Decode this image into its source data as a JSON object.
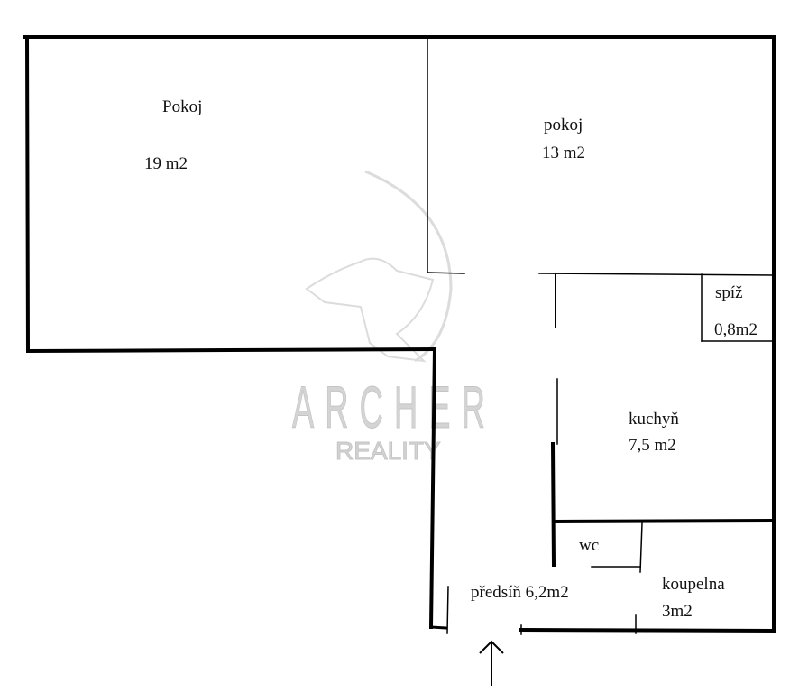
{
  "watermark": {
    "brand": "ARCHER",
    "sub": "REALITY"
  },
  "rooms": {
    "pokoj1": {
      "name": "Pokoj",
      "area": "19 m2"
    },
    "pokoj2": {
      "name": "pokoj",
      "area": "13 m2"
    },
    "spiz": {
      "name": "spíž",
      "area": "0,8m2"
    },
    "kuchyn": {
      "name": "kuchyň",
      "area": "7,5 m2"
    },
    "wc": {
      "name": "wc"
    },
    "predsin": {
      "name": "předsíň 6,2m2"
    },
    "koupelna": {
      "name": "koupelna",
      "area": "3m2"
    }
  },
  "colors": {
    "wall": "#000000",
    "watermark": "#d8d8d8"
  }
}
